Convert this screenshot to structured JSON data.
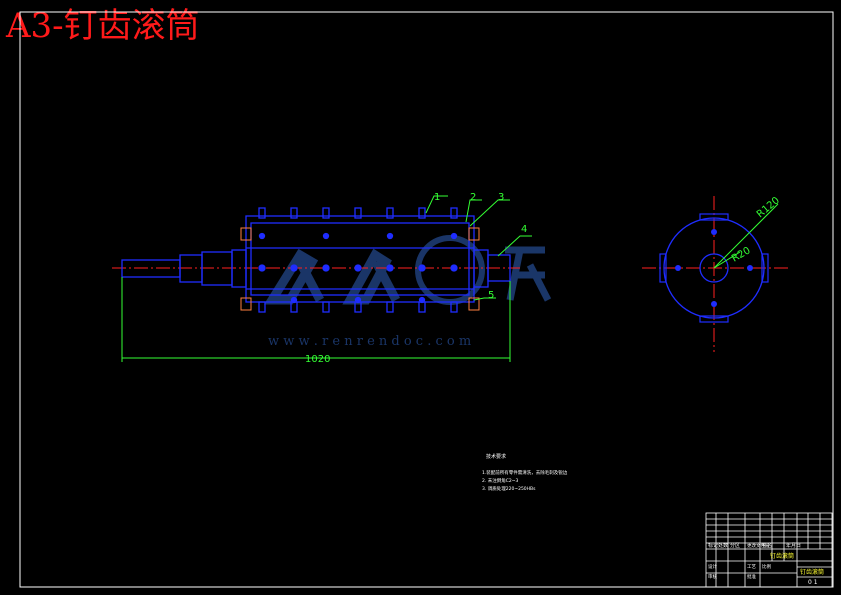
{
  "title": "A3-钉齿滚筒",
  "dimensions": {
    "length": "1020",
    "radius_outer": "R120",
    "radius_inner": "R20"
  },
  "part_callouts": [
    "1",
    "2",
    "3",
    "4",
    "5"
  ],
  "watermark": {
    "logo_text": "人人文库",
    "url": "w w w . r e n r e n d o c . c o m"
  },
  "notes": {
    "heading": "技术要求",
    "lines": [
      "1.装配前所有零件需清洗，去除毛刺及锐边",
      "2. 未注倒角C2~3",
      "3. 调质处理220~250HBs"
    ]
  },
  "title_block": {
    "drawing_name": "钉齿滚筒",
    "part_name": "钉齿滚筒",
    "header_row": [
      "标记",
      "处数",
      "分区",
      "更改文件号",
      "签名",
      "年月日"
    ],
    "roles": [
      "设计",
      "审核",
      "工艺",
      "批准"
    ],
    "scale_label": "比例",
    "sheet": "0 1"
  },
  "colors": {
    "frame": "#ffffff",
    "part": "#1f2dff",
    "center": "#ff2020",
    "dim": "#33ff33",
    "title": "#ff1a1a"
  }
}
